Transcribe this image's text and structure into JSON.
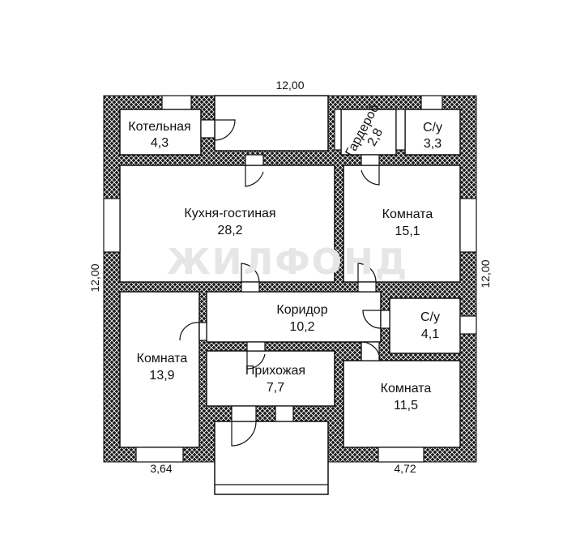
{
  "plan": {
    "watermark": "ЖИЛФОНД",
    "dimensions": {
      "top": "12,00",
      "left": "12,00",
      "right": "12,00",
      "bottom_left": "3,64",
      "bottom_right": "4,72"
    },
    "rooms": {
      "boiler": {
        "name": "Котельная",
        "area": "4,3"
      },
      "wardrobe": {
        "name": "Гардероб",
        "area": "2,8"
      },
      "bath1": {
        "name": "С/у",
        "area": "3,3"
      },
      "kitchen": {
        "name": "Кухня-гостиная",
        "area": "28,2"
      },
      "room1": {
        "name": "Комната",
        "area": "15,1"
      },
      "corridor": {
        "name": "Коридор",
        "area": "10,2"
      },
      "bath2": {
        "name": "С/у",
        "area": "4,1"
      },
      "room2": {
        "name": "Комната",
        "area": "13,9"
      },
      "hall": {
        "name": "Прихожая",
        "area": "7,7"
      },
      "room3": {
        "name": "Комната",
        "area": "11,5"
      }
    }
  }
}
